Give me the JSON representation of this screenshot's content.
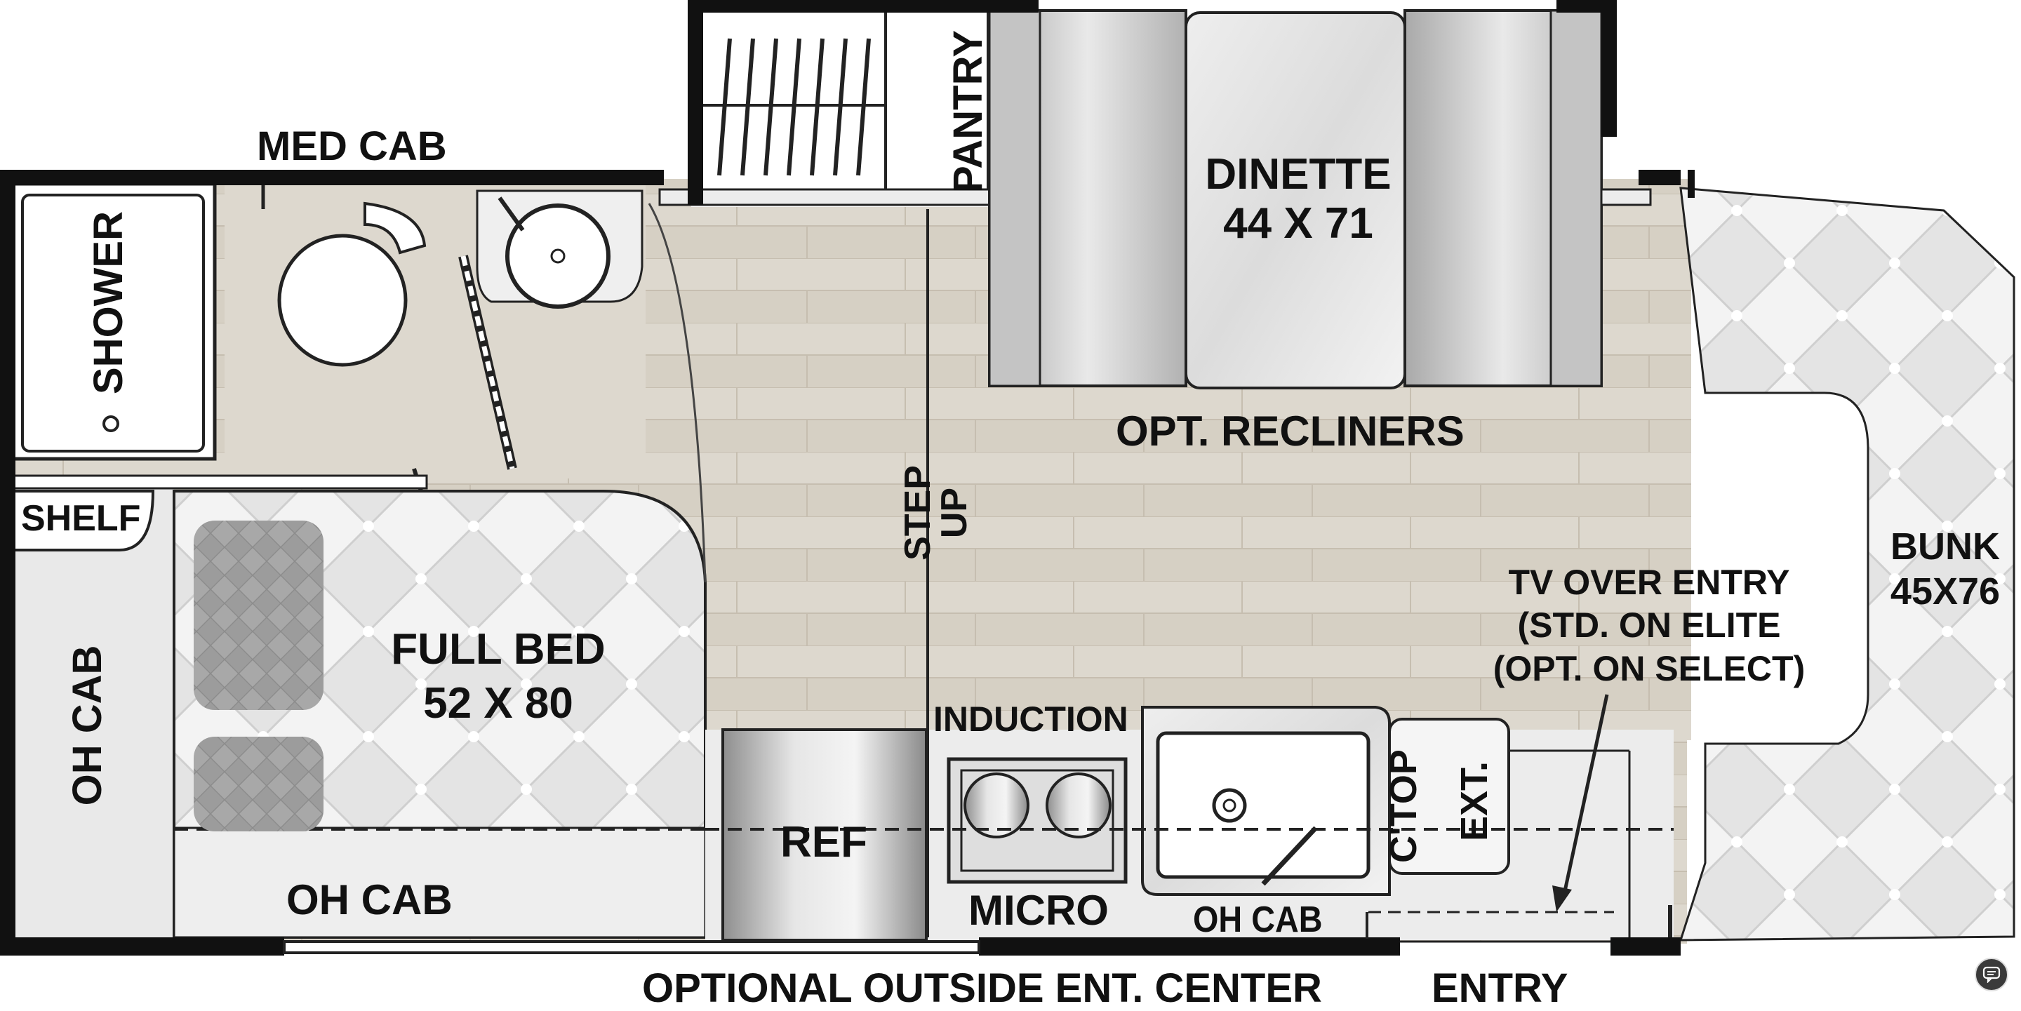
{
  "labels": {
    "med_cab": "MED CAB",
    "pantry": "PANTRY",
    "dinette_title": "DINETTE",
    "dinette_size": "44 X 71",
    "shower": "SHOWER",
    "opt_recliners": "OPT. RECLINERS",
    "step": "STEP",
    "up": "UP",
    "bunk_title": "BUNK",
    "bunk_size": "45X76",
    "shelf": "SHELF",
    "tv_line1": "TV OVER ENTRY",
    "tv_line2": "(STD. ON ELITE",
    "tv_line3": "(OPT. ON SELECT)",
    "full_bed_title": "FULL BED",
    "full_bed_size": "52 X 80",
    "oh_cab_left": "OH CAB",
    "induction": "INDUCTION",
    "ctop": "C'TOP",
    "ext": "EXT.",
    "ref": "REF",
    "oh_cab_bottom": "OH CAB",
    "micro": "MICRO",
    "oh_cab_kitchen": "OH CAB",
    "optional_outside": "OPTIONAL OUTSIDE ENT. CENTER",
    "entry": "ENTRY"
  },
  "colors": {
    "wall": "#111111",
    "floor": "#dcd6cb",
    "bed": "#f1f1f1",
    "pillow": "#a9a9a9",
    "counter": "#ececec"
  },
  "icons": {
    "fab": "chat-bubble-icon"
  }
}
